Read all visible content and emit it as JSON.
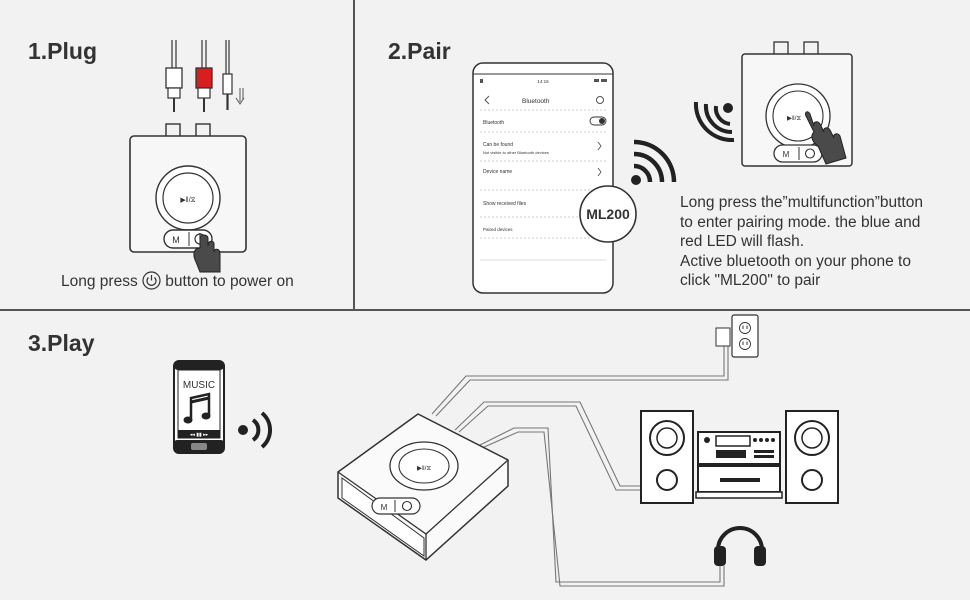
{
  "steps": [
    {
      "title": "1.Plug",
      "caption_before": "Long press ",
      "caption_after": " button to power on"
    },
    {
      "title": "2.Pair",
      "caption_lines": [
        "Long press the”multifunction”button",
        "to enter pairing mode. the blue and",
        "red LED will flash.",
        "Active bluetooth on your phone to",
        "click \"ML200\" to pair"
      ]
    },
    {
      "title": "3.Play"
    }
  ],
  "device": {
    "play_label": "▶‖/⧖",
    "mode_label": "M",
    "power_icon": "power-icon"
  },
  "phone": {
    "status_time": "14:16",
    "header_title": "Bluetooth",
    "rows": [
      {
        "label": "Bluetooth",
        "sub": ""
      },
      {
        "label": "Can be found",
        "sub": "Not visible to other Bluetooth devices"
      },
      {
        "label": "Device name",
        "sub": ""
      },
      {
        "label": "Show received files",
        "sub": ""
      },
      {
        "label": "Paired devices",
        "sub": ""
      }
    ],
    "device_badge": "ML200"
  },
  "music_phone": {
    "label": "MUSIC",
    "note_icon": "music-note-icon"
  },
  "icons": [
    "rca-cable-icon",
    "audio-jack-icon",
    "hand-pointer-icon",
    "wifi-signal-icon",
    "power-outlet-icon",
    "stereo-system-icon",
    "headphones-icon"
  ]
}
